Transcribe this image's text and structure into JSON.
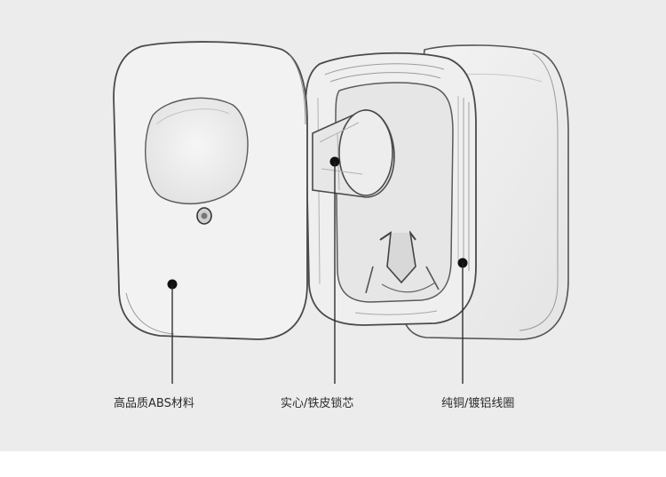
{
  "labels": {
    "shell": "高品质ABS材料",
    "core": "实心/铁皮锁芯",
    "coil": "纯铜/镀铝线圈"
  },
  "colors": {
    "background": "#ececec",
    "outline": "#4a4a4a",
    "marker": "#111111"
  }
}
